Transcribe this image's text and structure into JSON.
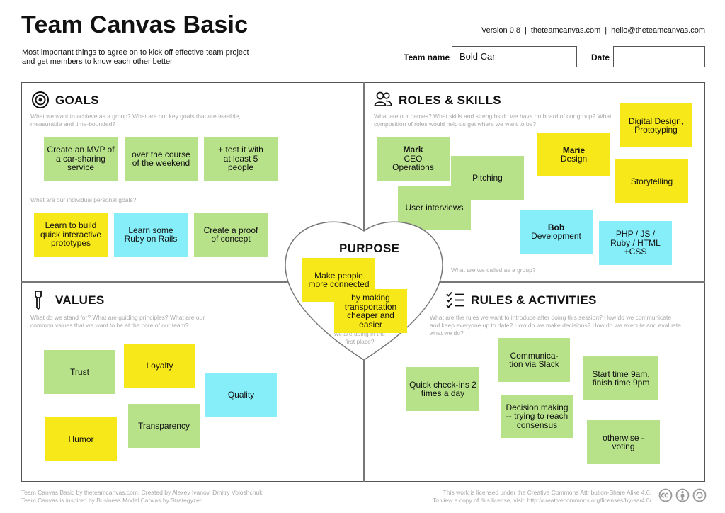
{
  "header": {
    "title": "Team Canvas Basic",
    "subtitle": "Most important things to agree on to kick off effective team project and get members to know each other better",
    "version": "Version 0.8",
    "site": "theteamcanvas.com",
    "email": "hello@theteamcanvas.com",
    "team_name_label": "Team name",
    "team_name_value": "Bold Car",
    "date_label": "Date",
    "date_value": ""
  },
  "goals": {
    "title": "GOALS",
    "hint1": "What we want to achieve as a group? What are our key goals that are feasible, measurable and time-bounded?",
    "hint2": "What are our individual personal goals?",
    "notes": [
      {
        "text": "Create an MVP of a car-sharing service",
        "color": "green"
      },
      {
        "text": "over the course of the weekend",
        "color": "green"
      },
      {
        "text": "+ test it with at least 5 people",
        "color": "green"
      },
      {
        "text": "Learn to build quick interactive prototypes",
        "color": "yellow"
      },
      {
        "text": "Learn some Ruby on Rails",
        "color": "cyan"
      },
      {
        "text": "Create a proof of concept",
        "color": "green"
      }
    ]
  },
  "roles": {
    "title": "ROLES & SKILLS",
    "hint1": "What are our names? What skills and strengths do we have on board of our group? What composition of roles would help us get where we want to be?",
    "hint2": "What are we called as a group?",
    "notes": [
      {
        "name": "Mark",
        "text": "CEO Operations",
        "color": "green"
      },
      {
        "text": "Pitching",
        "color": "green"
      },
      {
        "text": "User interviews",
        "color": "green"
      },
      {
        "name": "Marie",
        "text": "Design",
        "color": "yellow"
      },
      {
        "text": "Digital Design, Prototyping",
        "color": "yellow"
      },
      {
        "text": "Storytelling",
        "color": "yellow"
      },
      {
        "name": "Bob",
        "text": "Development",
        "color": "cyan"
      },
      {
        "text": "PHP / JS / Ruby / HTML +CSS",
        "color": "cyan"
      }
    ]
  },
  "values": {
    "title": "VALUES",
    "hint": "What do we stand for? What are guiding principles? What are our common values that we want to be at the core of our team?",
    "notes": [
      {
        "text": "Trust",
        "color": "green"
      },
      {
        "text": "Loyalty",
        "color": "yellow"
      },
      {
        "text": "Quality",
        "color": "cyan"
      },
      {
        "text": "Transparency",
        "color": "green"
      },
      {
        "text": "Humor",
        "color": "yellow"
      }
    ]
  },
  "rules": {
    "title": "RULES & ACTIVITIES",
    "hint": "What are the rules we want to introduce after doing this session? How do we communicate and keep everyone up to date? How do we make decisions? How do we execute and evaluate what we do?",
    "notes": [
      {
        "text": "Communica- tion via Slack",
        "color": "green"
      },
      {
        "text": "Quick check-ins 2 times a day",
        "color": "green"
      },
      {
        "text": "Start time 9am, finish time 9pm",
        "color": "green"
      },
      {
        "text": "Decision making -- trying to reach consensus",
        "color": "green"
      },
      {
        "text": "otherwise - voting",
        "color": "green"
      }
    ]
  },
  "purpose": {
    "title": "PURPOSE",
    "hint": "we are doing in the first place?",
    "notes": [
      {
        "text": "Make people more connected",
        "color": "yellow"
      },
      {
        "text": "by making transportation cheaper and easier",
        "color": "yellow"
      }
    ]
  },
  "footer": {
    "left1": "Team Canvas Basic by theteamcanvas.com. Created by Alexey Ivanov, Dmitry Voloshchuk",
    "left2": "Team Canvas is inspired by Business Model Canvas by Strategyzer.",
    "right1": "This work is licensed under the Creative Commons Attribution-Share Alike 4.0.",
    "right2": "To view a copy of this license, visit: http://creativecommons.org/licenses/by-sa/4.0/"
  },
  "colors": {
    "green": "#b7e28a",
    "yellow": "#f7e81a",
    "cyan": "#86eef8",
    "border": "#555555"
  },
  "icons": [
    "target-icon",
    "people-icon",
    "pen-icon",
    "checklist-icon",
    "cc-icon",
    "attribution-icon",
    "share-alike-icon"
  ]
}
